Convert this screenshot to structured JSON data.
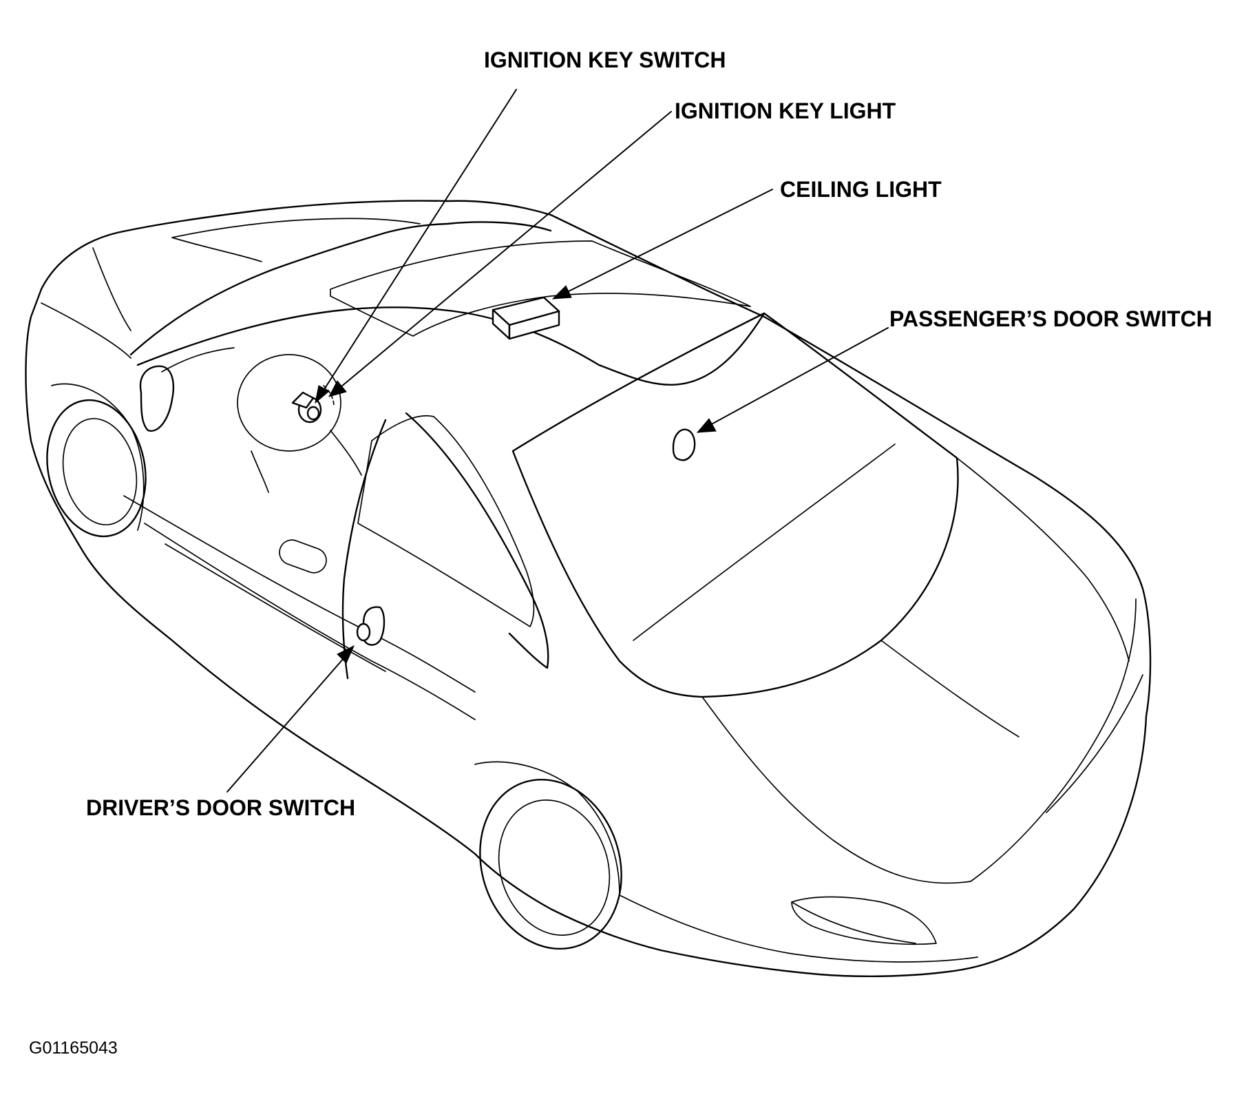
{
  "callouts": {
    "ignition_key_switch": "IGNITION KEY SWITCH",
    "ignition_key_light": "IGNITION KEY LIGHT",
    "ceiling_light": "CEILING LIGHT",
    "passengers_door_switch": "PASSENGER’S DOOR SWITCH",
    "drivers_door_switch": "DRIVER’S DOOR SWITCH"
  },
  "figure_id": "G01165043",
  "colors": {
    "ink": "#000000",
    "background": "#ffffff"
  }
}
